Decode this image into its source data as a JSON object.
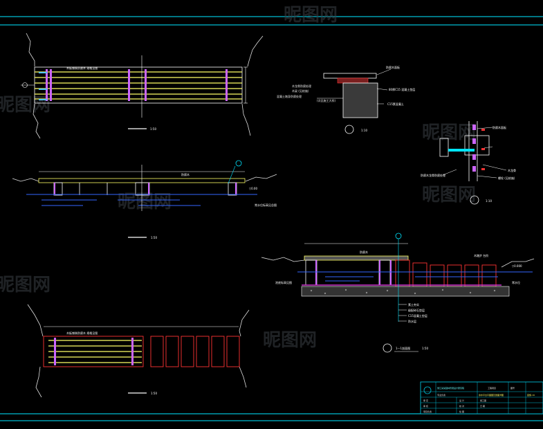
{
  "colors": {
    "background": "#000000",
    "frame": "#00bcd4",
    "plank": "#ffff66",
    "post": "#cc66ff",
    "structure": "#ffffff",
    "water": "#3366ff",
    "step": "#ff3333",
    "leader": "#00e5ff"
  },
  "labels": {
    "plan_deck_label": "木板铺装防腐木 规格见图",
    "plan_scale": "1:50",
    "elev_deck_label": "防腐木",
    "elev_level": "▽0.00",
    "elev_water_label": "常水位标高见总图",
    "elev_scale": "1:50",
    "node1_top": "防腐木面板",
    "node1_mid_a": "木龙骨防腐处理",
    "node1_mid_b": "木梁 (见结施)",
    "node1_mid_c": "混凝土墩身防腐处理",
    "node1_mid_d": "(详见施工大样)",
    "node1_right_a": "80厚C15 混凝土垫层",
    "node1_right_b": "C15素混凝土",
    "node1_scale": "1:10",
    "node2_a": "防腐木面板",
    "node2_b": "木龙骨",
    "node2_c": "螺栓 (见结施)",
    "node2_d": "防腐木龙骨防腐处理",
    "node2_scale": "1:10",
    "sect_deck_label": "防腐木",
    "sect_step_label": "木踏步 台阶",
    "sect_level": "▽0.000",
    "sect_water": "常水位",
    "sect_left": "池底标高见图",
    "sect_leg_a": "素土夯实",
    "sect_leg_b": "级配碎石垫层",
    "sect_leg_c": "C15混凝土垫层",
    "sect_leg_d": "防水层",
    "sect_title": "1—1剖面图",
    "sect_scale": "1:50",
    "lower_plan_label": "木板铺装防腐木 规格见图",
    "lower_plan_scale": "1:50"
  },
  "title_block": {
    "company": "浙江某某园林景观设计研究院",
    "project": "工程项目",
    "drawing_name": "亲水平台平面图及剖面详图",
    "row_labels": [
      "审 定",
      "审 核",
      "项目负责",
      "专业负责"
    ],
    "col_labels": [
      "设 计",
      "校 对",
      "绘 图",
      "日 期"
    ],
    "sheet_no_label": "图号",
    "sheet_no": "园施-19",
    "phase": "施工图"
  },
  "watermark": "昵图网"
}
